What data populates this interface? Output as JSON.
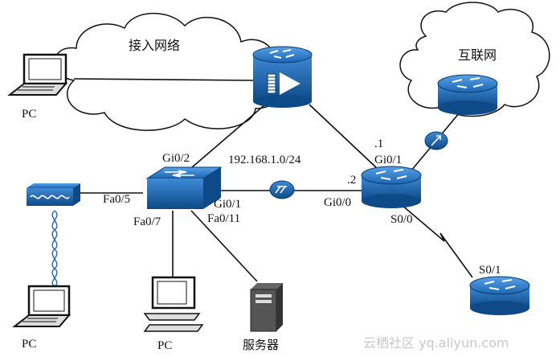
{
  "clouds": {
    "access": "接入网络",
    "internet": "互联网"
  },
  "subnet": "192.168.1.0/24",
  "interfaces": {
    "sw_gi02": "Gi0/2",
    "sw_fa05": "Fa0/5",
    "sw_fa07": "Fa0/7",
    "sw_gi01": "Gi0/1",
    "sw_fa011": "Fa0/11",
    "r_ip1": ".1",
    "r_gi01": "Gi0/1",
    "r_ip2": ".2",
    "r_gi00": "Gi0/0",
    "r_s00": "S0/0",
    "r2_s01": "S0/1"
  },
  "devices": {
    "pc_top": "PC",
    "pc_left": "PC",
    "pc_bottom": "PC",
    "server": "服务器"
  },
  "watermark": "云栖社区 yq.aliyun.com",
  "colors": {
    "device_blue": "#1a66b3",
    "device_dark": "#0d4a87",
    "cloud_stroke": "#111111"
  },
  "icons": {
    "router": "router-icon",
    "switch": "switch-icon",
    "firewall": "firewall-router-icon",
    "pc": "laptop-icon",
    "desktop": "desktop-pc-icon",
    "server": "server-icon",
    "wireless": "wireless-ap-icon",
    "link_marker": "link-arrows-icon"
  }
}
